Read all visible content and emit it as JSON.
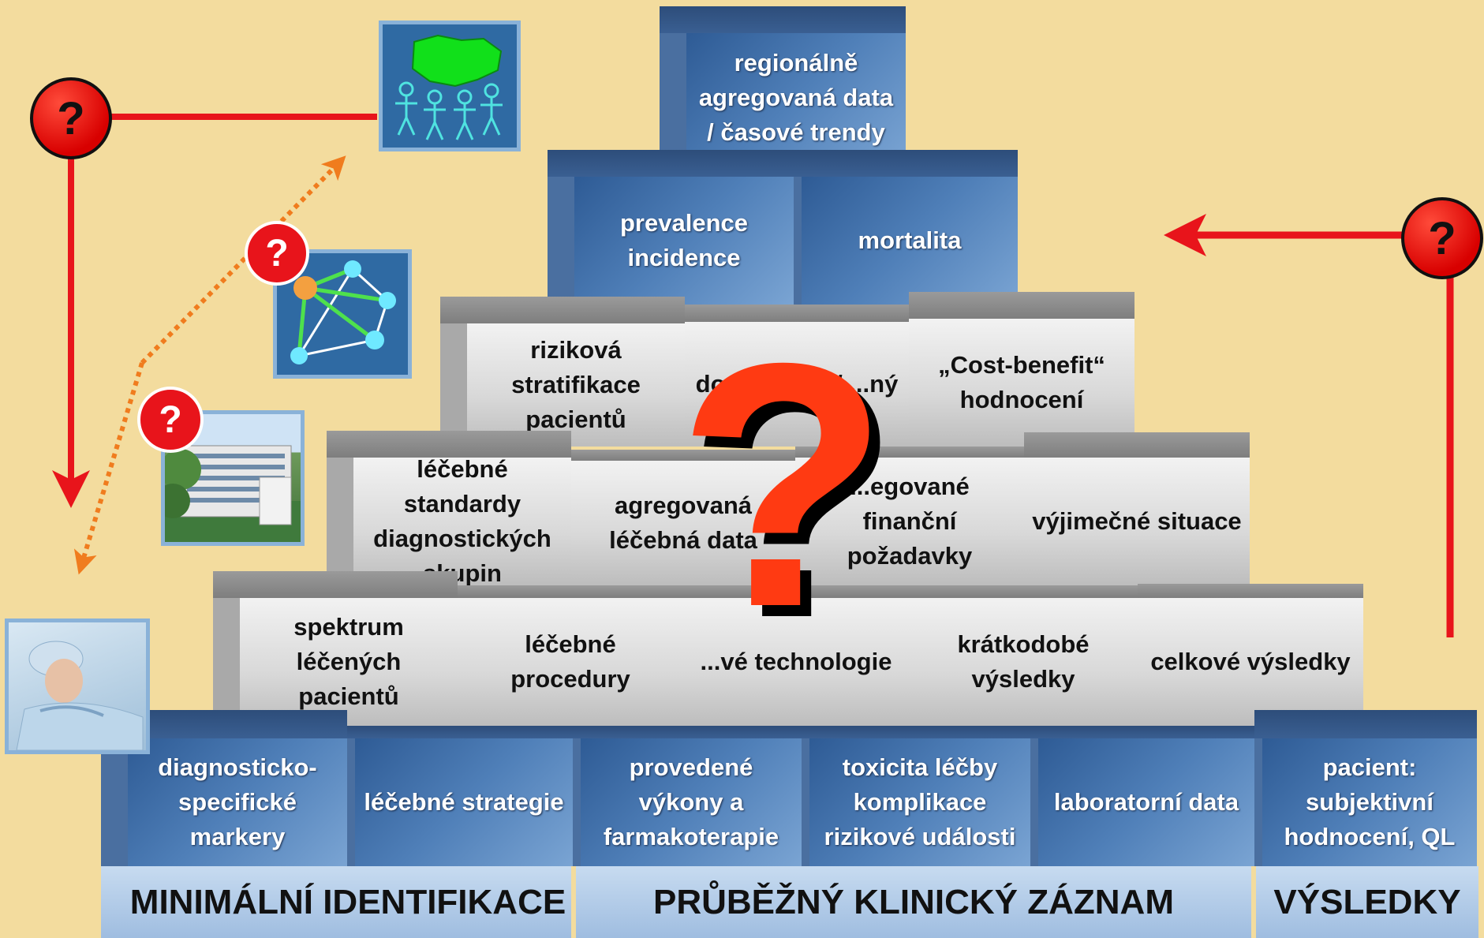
{
  "blocks": {
    "t1": "regionálně agregovaná data / časové trendy",
    "r2a": "prevalence incidence",
    "r2b": "mortalita",
    "r3a": "riziková stratifikace pacientů",
    "r3b": "dosažitelný / ...ný",
    "r3c": "„Cost-benefit“ hodnocení",
    "r4a": "léčebné standardy diagnostických skupin",
    "r4b": "agregovaná léčebná data",
    "r4c": "...egované finanční požadavky",
    "r4d": "výjimečné situace",
    "r5a": "spektrum léčených pacientů",
    "r5b": "léčebné procedury",
    "r5c": "...vé technologie",
    "r5d": "krátkodobé výsledky",
    "r5e": "celkové výsledky",
    "b1": "diagnosticko-specifické markery",
    "b2": "léčebné strategie",
    "b3": "provedené výkony a farmakoterapie",
    "b4": "toxicita léčby komplikace rizikové události",
    "b5": "laboratorní data",
    "b6": "pacient: subjektivní hodnocení, QL"
  },
  "bands": {
    "left": "MINIMÁLNÍ IDENTIFIKACE",
    "middle": "PRŮBĚŽNÝ KLINICKÝ ZÁZNAM",
    "right": "VÝSLEDKY"
  },
  "question_mark": "?",
  "colors": {
    "background": "#f3dc9e",
    "arrow_red": "#e8141b",
    "arrow_orange": "#f07c1e",
    "big_question": "#ff3a12"
  }
}
